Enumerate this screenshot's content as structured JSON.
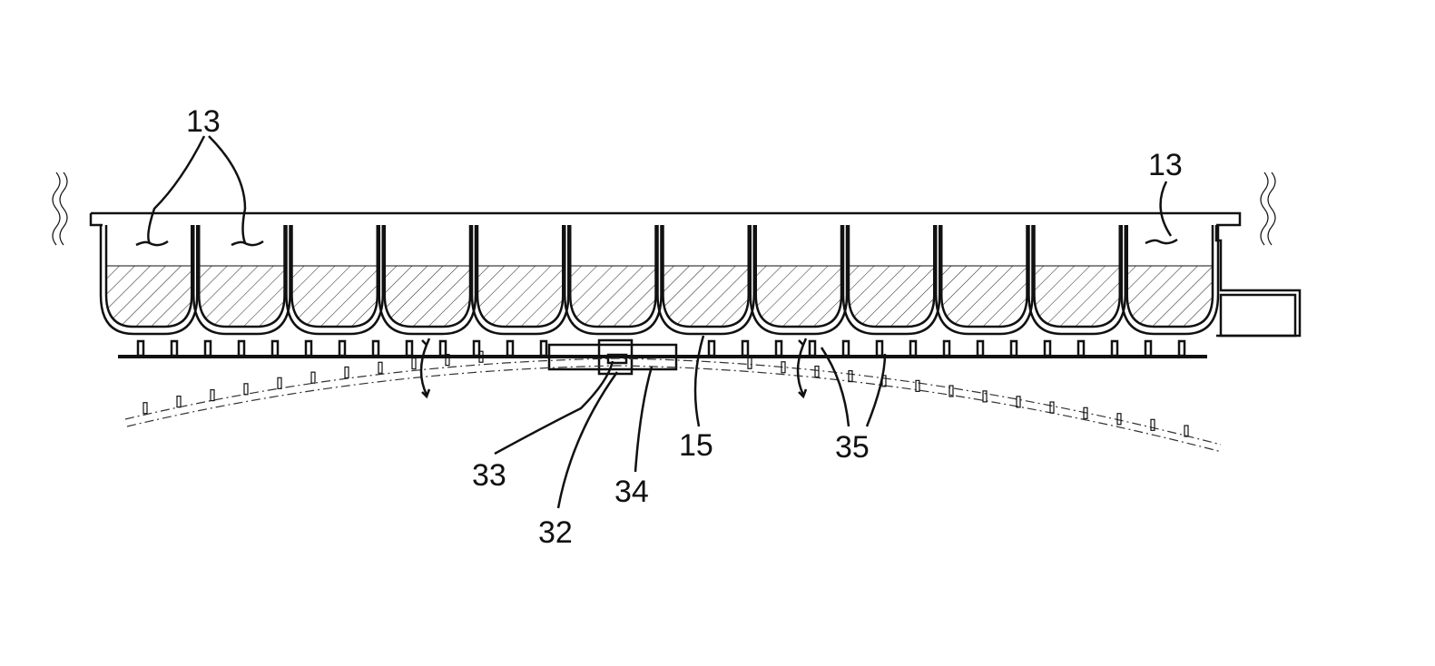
{
  "figure": {
    "labels": {
      "fluid_left_a": "13",
      "fluid_right": "13",
      "part_33": "33",
      "part_32": "32",
      "part_34": "34",
      "part_15": "15",
      "part_35": "35"
    },
    "cell_count": 12
  }
}
